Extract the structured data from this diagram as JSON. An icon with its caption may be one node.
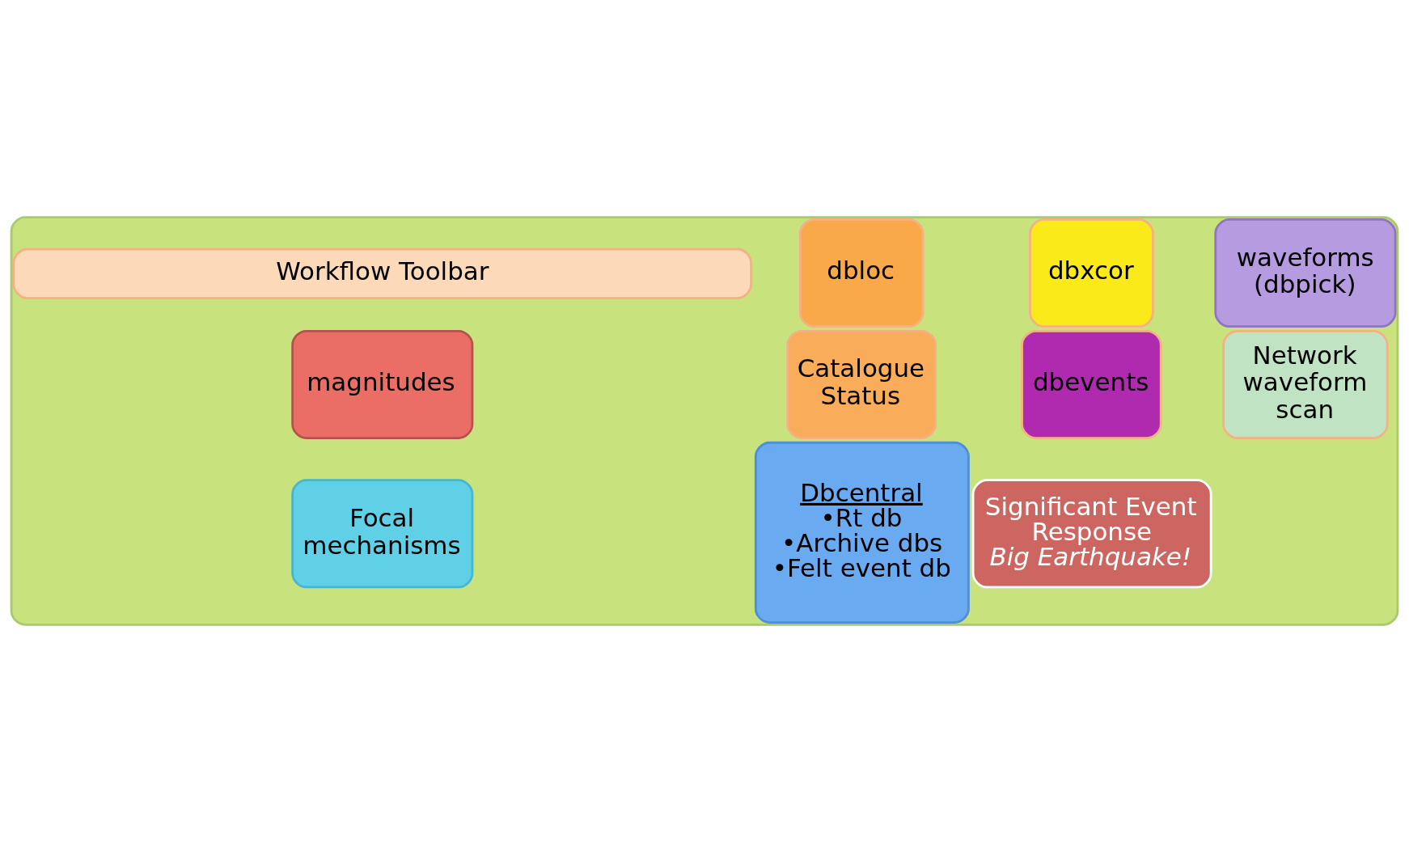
{
  "diagram": {
    "nodes": [
      {
        "text": [],
        "shape": "box"
      },
      {
        "text": [
          "Workflow Toolbar"
        ],
        "in": 0
      },
      {
        "text": [
          "dbloc"
        ],
        "in": 0
      },
      {
        "text": [
          "dbxcor"
        ],
        "in": 0
      },
      {
        "text": [
          "waveforms (dbpick)"
        ],
        "in": 0
      },
      {
        "text": [
          "magnitudes"
        ],
        "in": 0
      },
      {
        "text": [
          "Catalogue Status"
        ],
        "in": 0
      },
      {
        "text": [
          "dbevents"
        ],
        "in": 0
      },
      {
        "text": [
          "Network waveform scan"
        ],
        "in": 0
      },
      {
        "text": [
          "Focal mechanisms"
        ],
        "in": 0
      },
      {
        "text": [
          "Dbcentral",
          "•Rt db",
          "•Archive dbs",
          "•Felt event db"
        ],
        "in": 0
      },
      {
        "text": [
          "Significant Event Response",
          "Big Earthquake!"
        ],
        "in": 0
      }
    ],
    "edges": []
  }
}
